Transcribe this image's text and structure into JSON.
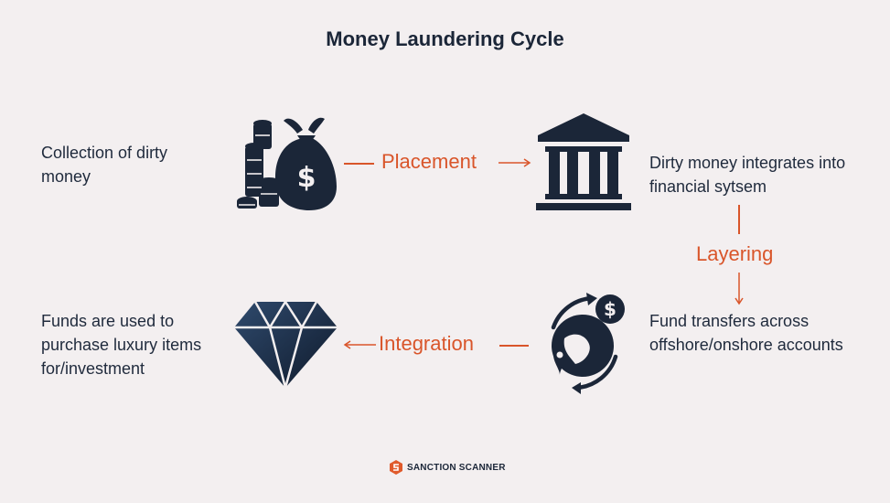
{
  "title": "Money Laundering Cycle",
  "stages": {
    "placement": "Placement",
    "layering": "Layering",
    "integration": "Integration"
  },
  "descriptions": {
    "collection": "Collection of dirty money",
    "integrates": "Dirty money integrates into financial sytsem",
    "transfers": "Fund transfers across offshore/onshore accounts",
    "luxury": "Funds are used to purchase luxury items for/investment"
  },
  "icons": {
    "money_bag": "money-bag-icon",
    "bank": "bank-icon",
    "globe": "globe-transfer-icon",
    "diamond": "diamond-icon"
  },
  "brand": "SANCTION SCANNER",
  "colors": {
    "accent": "#d9552a",
    "dark": "#1b2638",
    "background": "#f3eff0"
  }
}
